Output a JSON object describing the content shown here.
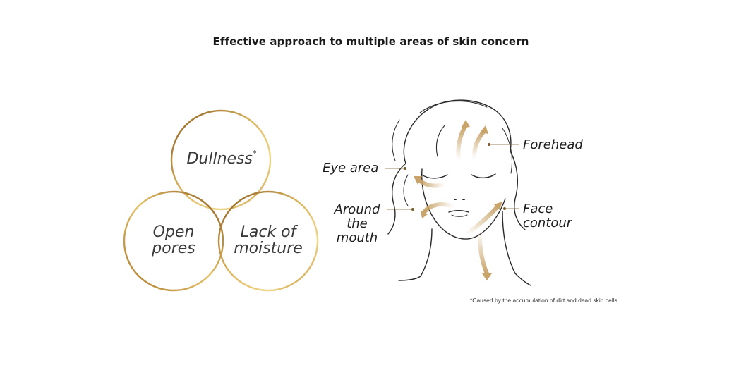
{
  "header": {
    "title": "Effective approach to multiple areas of skin concern"
  },
  "venn": {
    "dullness_label": "Dullness",
    "dullness_mark": "*",
    "pores_line1": "Open",
    "pores_line2": "pores",
    "moisture_line1": "Lack of",
    "moisture_line2": "moisture"
  },
  "face": {
    "eye_area": "Eye area",
    "around_mouth_line1": "Around",
    "around_mouth_line2": "the",
    "around_mouth_line3": "mouth",
    "forehead": "Forehead",
    "face_contour_line1": "Face",
    "face_contour_line2": "contour"
  },
  "footnote": "*Caused by the accumulation of dirt and dead skin cells",
  "colors": {
    "gold_dark": "#8a5a1e",
    "gold_light": "#e8c76a",
    "arrow_gold": "#c8a46a",
    "leader": "#7a5a2a"
  }
}
